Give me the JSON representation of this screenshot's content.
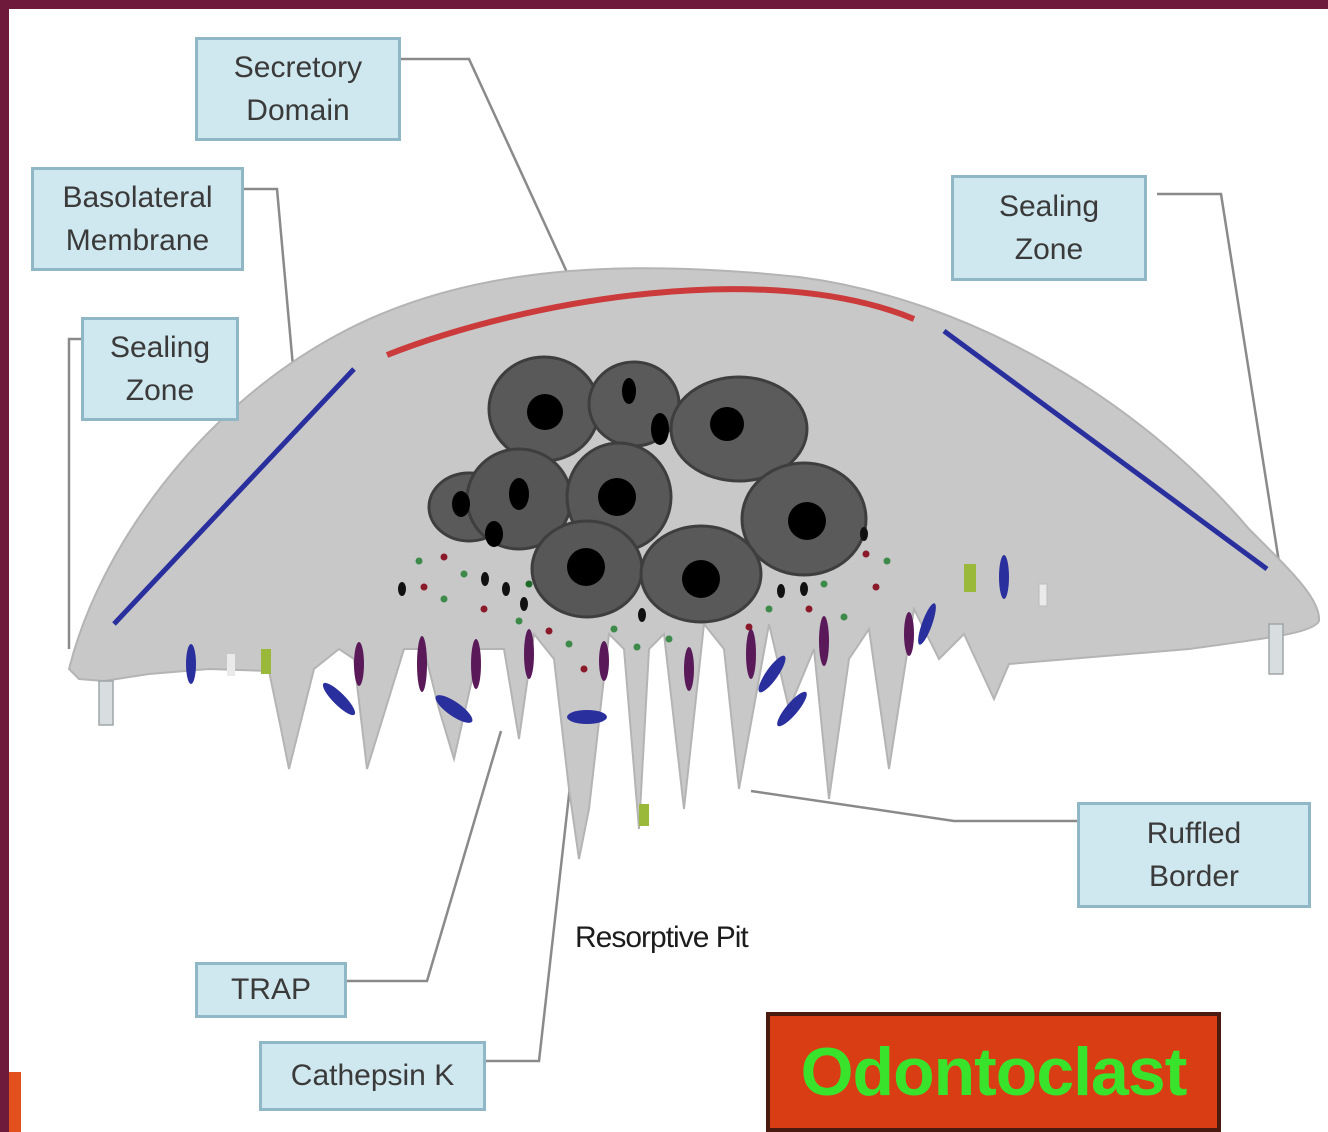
{
  "labels": {
    "secretory_domain": "Secretory\nDomain",
    "basolateral_membrane": "Basolateral\nMembrane",
    "sealing_zone_left": "Sealing\nZone",
    "sealing_zone_right": "Sealing\nZone",
    "ruffled_border": "Ruffled\nBorder",
    "resorptive_pit": "Resorptive Pit",
    "trap": "TRAP",
    "cathepsin_k": "Cathepsin K",
    "title_badge": "Odontoclast"
  },
  "colors": {
    "frame": "#6e1a3a",
    "cell_body": "#c8c8c8",
    "nucleus": "#5a5a5a",
    "nucleolus": "#000000",
    "secretory_line": "#cc3b3b",
    "sealing_line": "#2a2f9e",
    "label_fill": "#cfe7ee",
    "badge_fill": "#d93d14",
    "badge_text": "#39e32b"
  }
}
